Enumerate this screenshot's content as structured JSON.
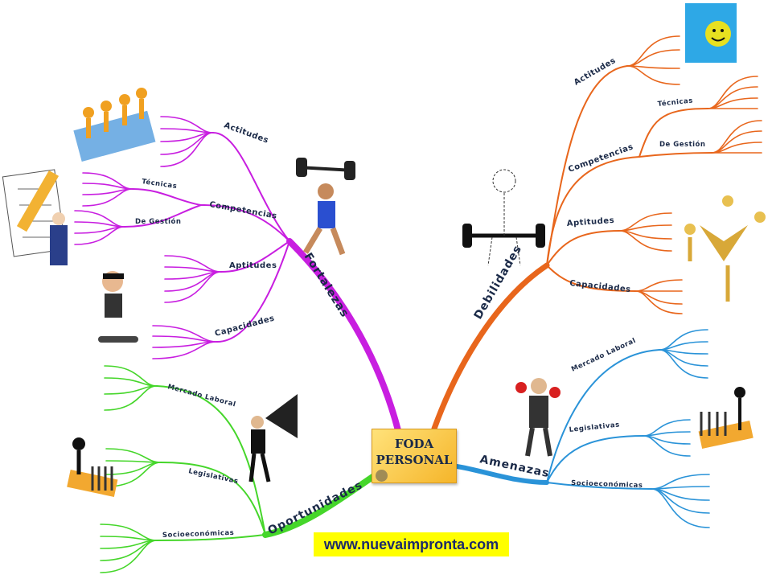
{
  "center": {
    "line1": "FODA",
    "line2": "PERSONAL"
  },
  "website": "www.nuevaimpronta.com",
  "colors": {
    "fortalezas": "#c81ee0",
    "debilidades": "#e8661c",
    "oportunidades": "#45d62a",
    "amenazas": "#2a93d8",
    "text": "#1b2a48"
  },
  "branches": {
    "fortalezas": {
      "label": "Fortalezas",
      "children": {
        "actitudes": "Actitudes",
        "competencias": "Competencias",
        "tecnicas": "Técnicas",
        "gestion": "De Gestión",
        "aptitudes": "Aptitudes",
        "capacidades": "Capacidades"
      }
    },
    "debilidades": {
      "label": "Debilidades",
      "children": {
        "actitudes": "Actitudes",
        "competencias": "Competencias",
        "tecnicas": "Técnicas",
        "gestion": "De Gestión",
        "aptitudes": "Aptitudes",
        "capacidades": "Capacidades"
      }
    },
    "oportunidades": {
      "label": "Oportunidades",
      "children": {
        "mercado": "Mercado Laboral",
        "legislativas": "Legislativas",
        "socio": "Socioeconómicas"
      }
    },
    "amenazas": {
      "label": "Amenazas",
      "children": {
        "mercado": "Mercado Laboral",
        "legislativas": "Legislativas",
        "socio": "Socioeconómicas"
      }
    }
  }
}
